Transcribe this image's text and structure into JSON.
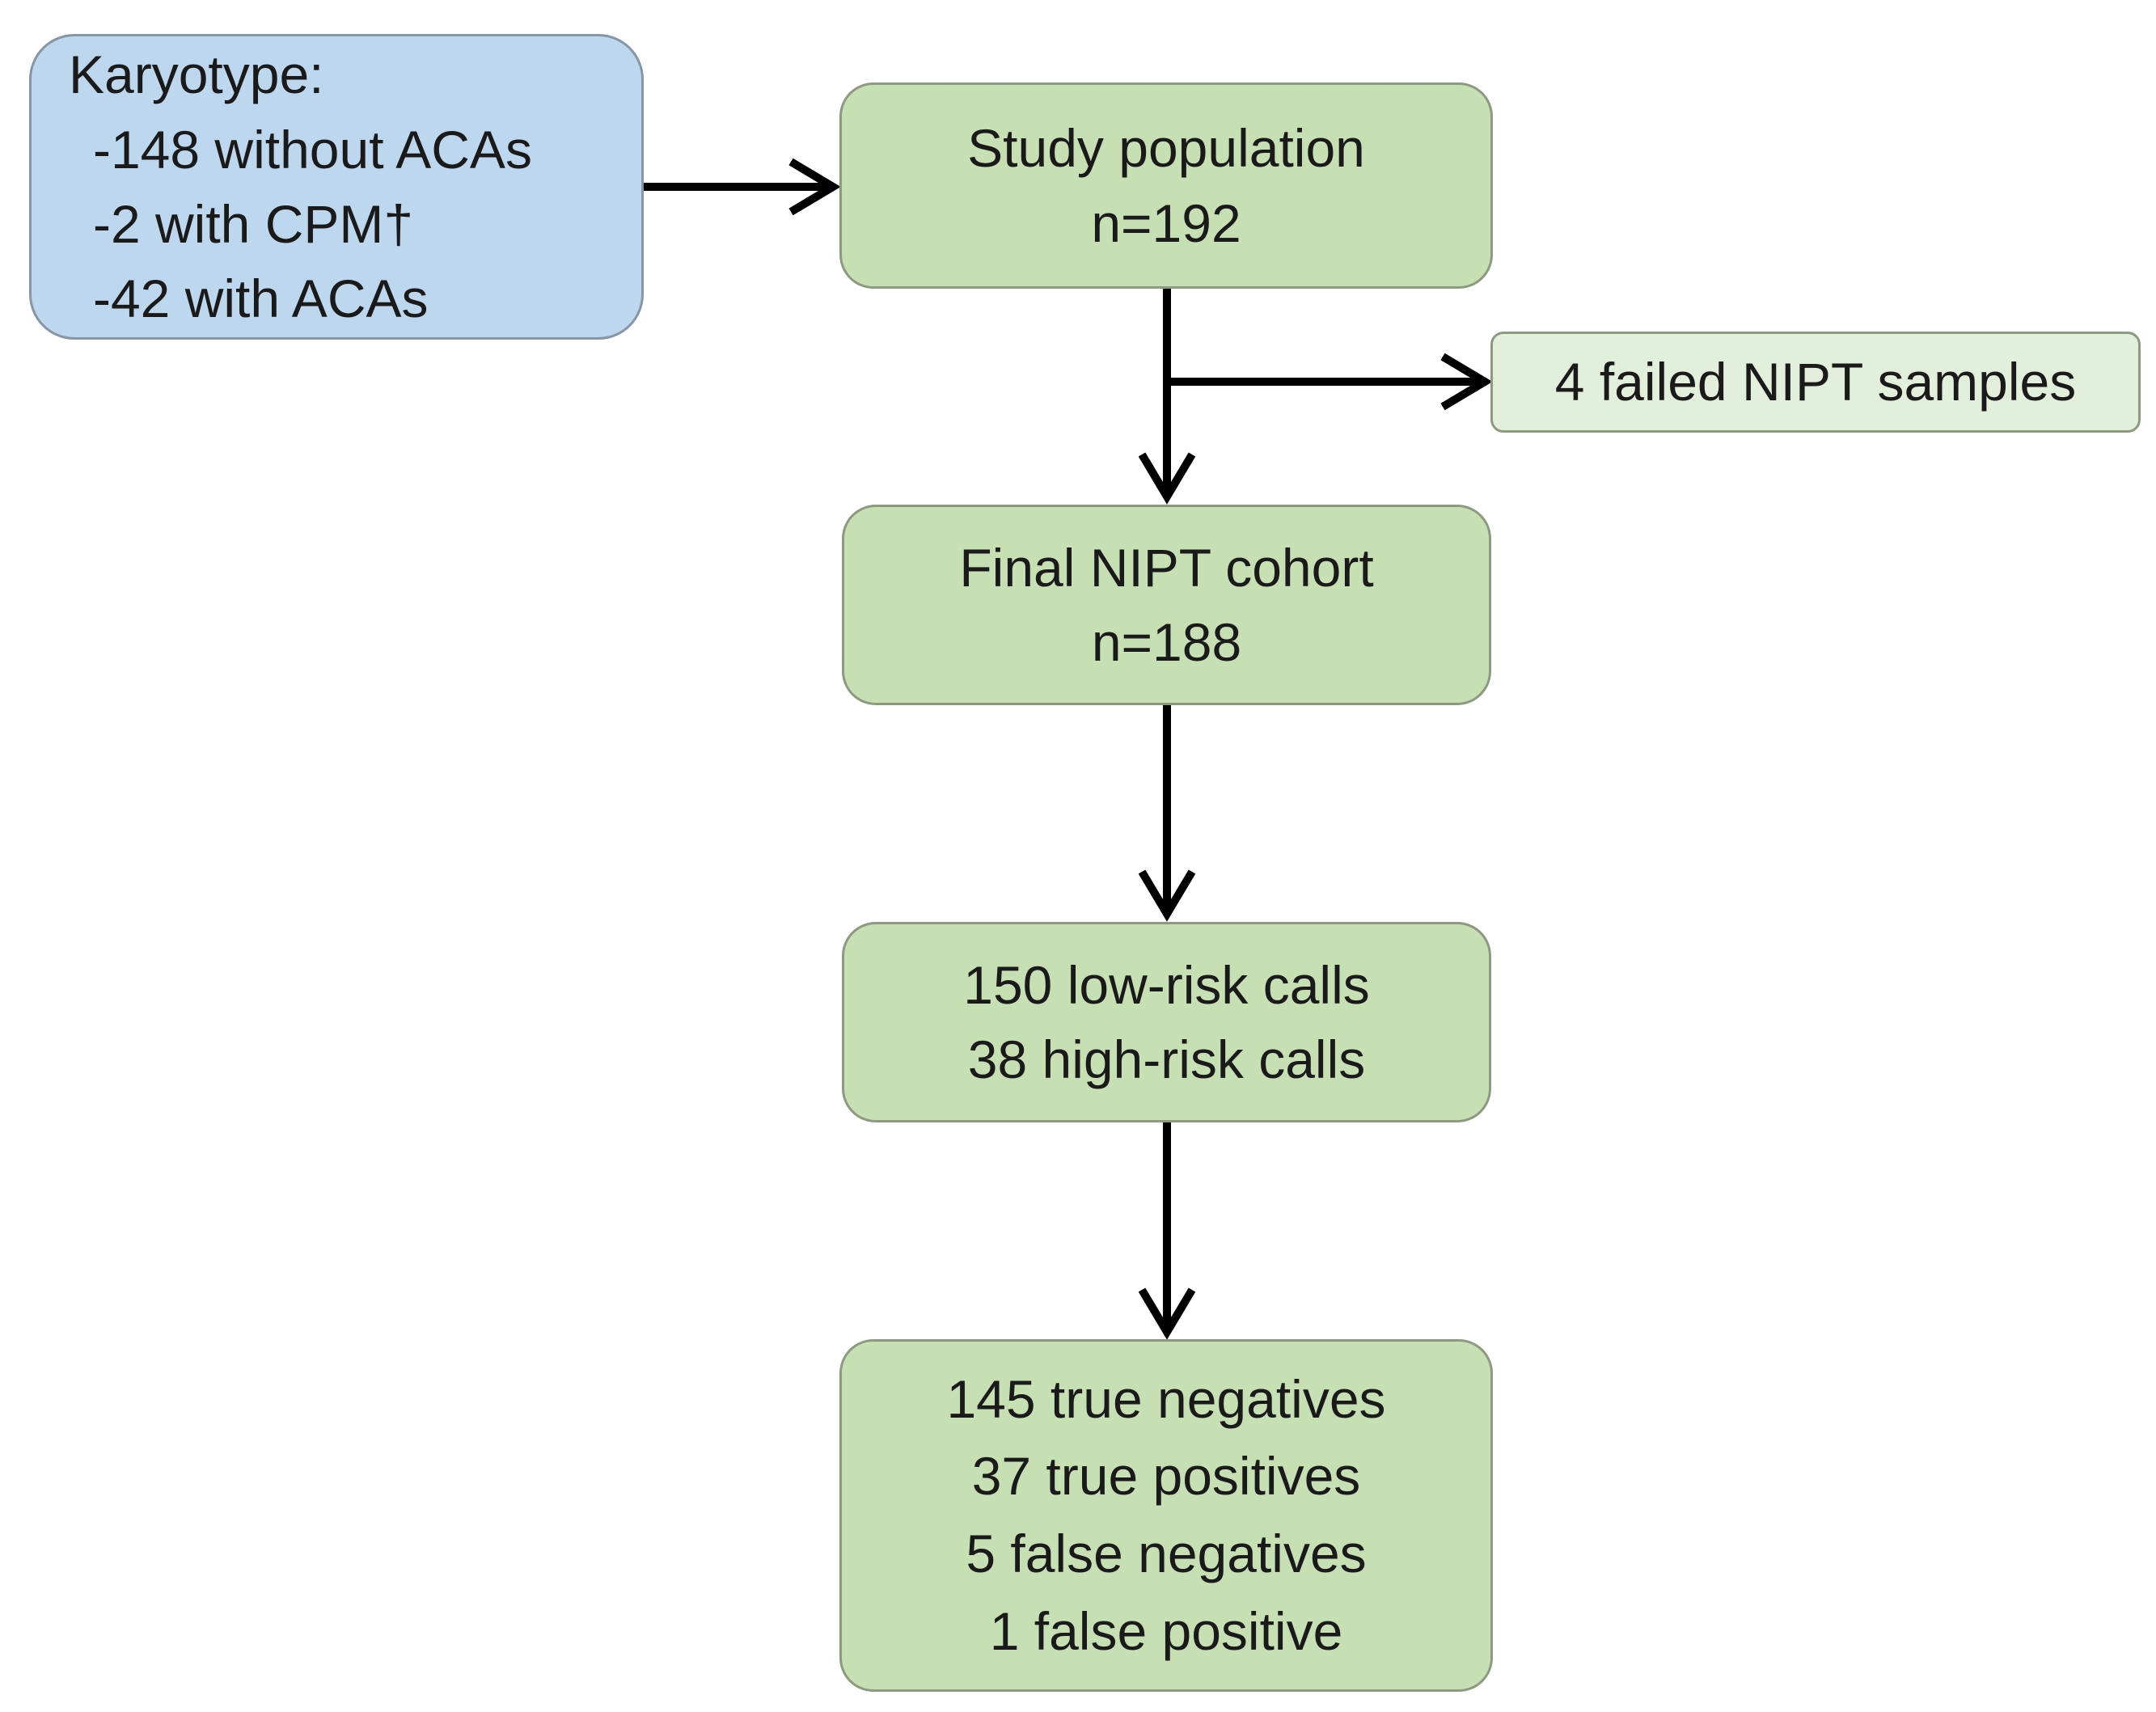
{
  "karyotype": {
    "title": "Karyotype:",
    "items": [
      "-148 without ACAs",
      "-2 with CPM†",
      "-42 with ACAs"
    ]
  },
  "study_population": {
    "title": "Study population",
    "n": "n=192"
  },
  "failed": {
    "label": "4 failed NIPT samples"
  },
  "final_cohort": {
    "title": "Final NIPT cohort",
    "n": "n=188"
  },
  "calls": {
    "lines": [
      "150 low-risk calls",
      "38 high-risk calls"
    ]
  },
  "outcomes": {
    "lines": [
      "145 true negatives",
      "37 true positives",
      "5 false negatives",
      "1 false positive"
    ]
  },
  "colors": {
    "green_box": "#c6e0b4",
    "blue_box": "#bdd7ee",
    "light_green_box": "#e2efda",
    "arrow": "#000000"
  }
}
